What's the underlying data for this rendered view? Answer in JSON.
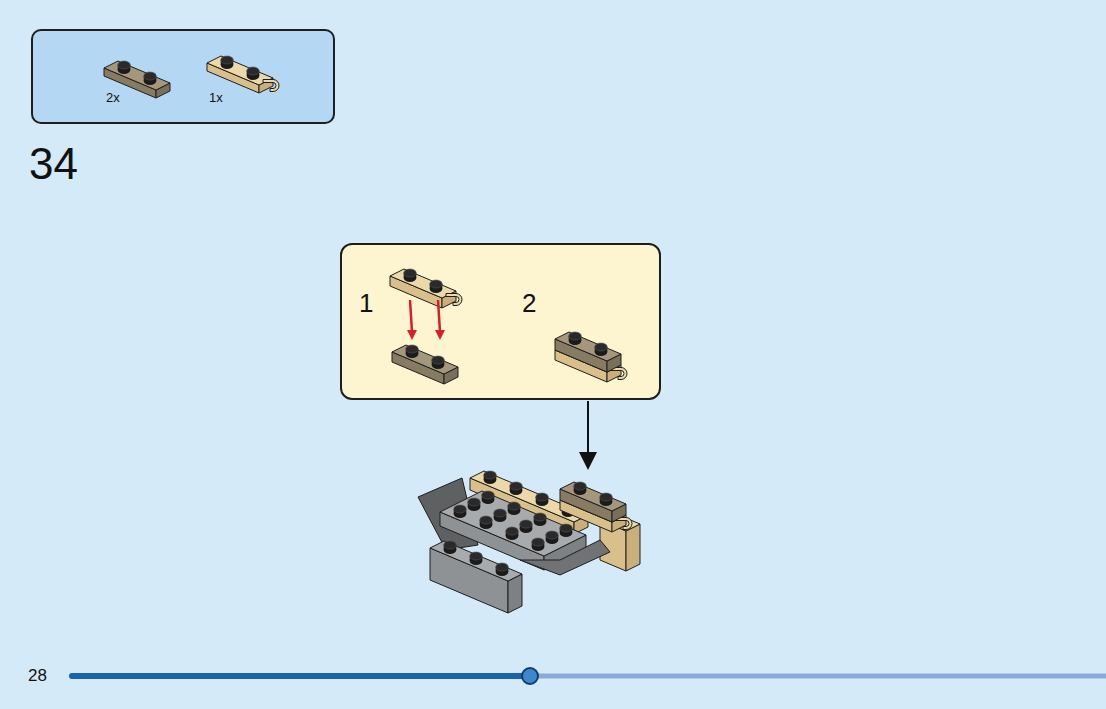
{
  "diagram": {
    "nodes": [
      {
        "text": [
          "2x",
          "1x"
        ]
      },
      {
        "text": [
          "1",
          "2"
        ]
      }
    ],
    "labels": [
      "34",
      "28"
    ]
  }
}
